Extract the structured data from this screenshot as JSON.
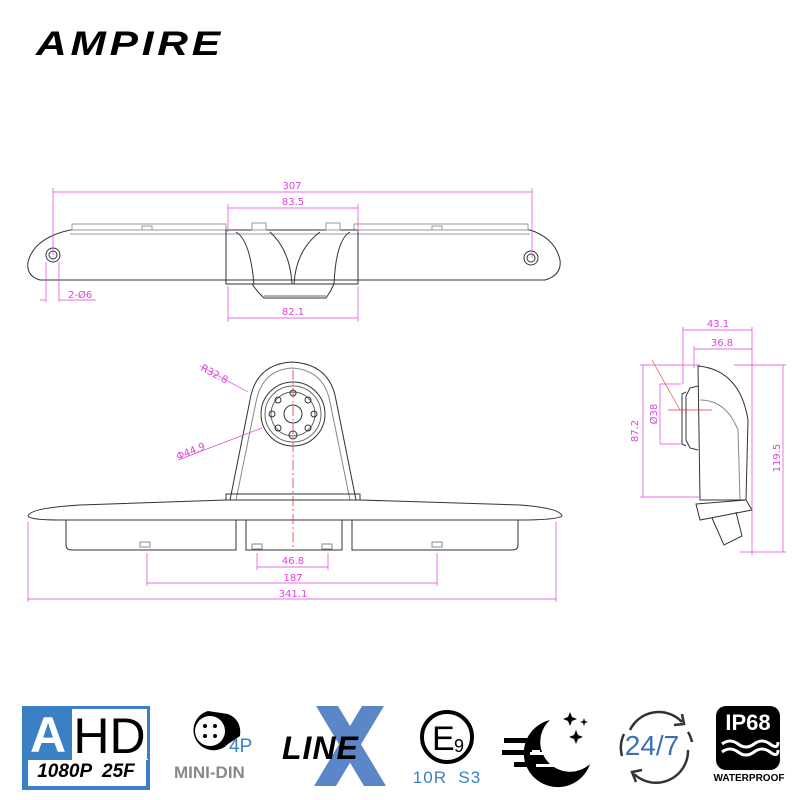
{
  "brand": {
    "logo_text": "AMPIRE"
  },
  "drawing": {
    "top_view": {
      "overall_width": "307",
      "camera_housing_top": "83.5",
      "camera_housing_bottom": "82.1",
      "mounting_holes": "2-Ø6"
    },
    "front_view": {
      "radius": "R32.8",
      "lens_ring_diameter": "Φ44.9",
      "center_spacing": "46.8",
      "clip_spacing": "187",
      "overall_width": "341.1"
    },
    "side_view": {
      "depth_overall": "43.1",
      "depth_body": "36.8",
      "lens_diameter": "Ø38",
      "lens_height": "87.2",
      "overall_height": "119.5"
    },
    "colors": {
      "dimension": "#e33fe0",
      "centerline": "#e53935",
      "outline": "#333333"
    }
  },
  "badges": {
    "ahd": {
      "big_a": "A",
      "big_hd": "HD",
      "resolution": "1080P  25F"
    },
    "mini_din": {
      "pins": "4P",
      "label": "MINI-DIN"
    },
    "xline": {
      "label": "LINE"
    },
    "e9": {
      "mark": "E",
      "sub": "9",
      "label": "10R  S3"
    },
    "night_vision": {
      "label": ""
    },
    "h247": {
      "label": "24/7"
    },
    "ip68": {
      "rating": "IP68",
      "label": "WATERPROOF"
    },
    "accent_color": "#3b7fc4"
  }
}
